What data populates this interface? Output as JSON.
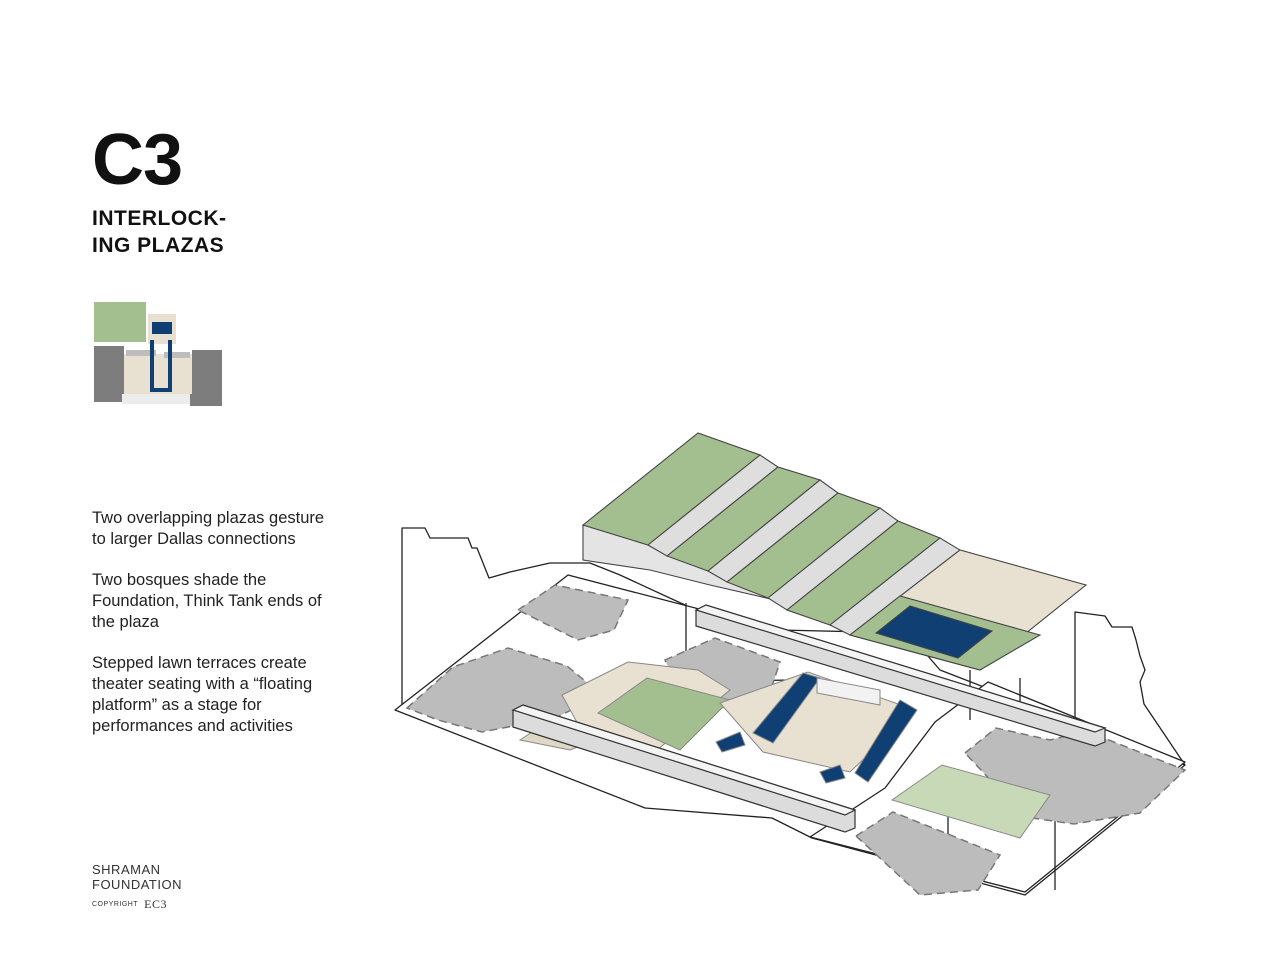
{
  "header": {
    "code": "C3",
    "title_lines": [
      "INTERLOCK-",
      "ING PLAZAS"
    ]
  },
  "description": {
    "paragraphs": [
      [
        "Two overlapping plazas gesture",
        "to larger Dallas connections"
      ],
      [
        "Two bosques shade the",
        "Foundation, Think Tank ends of",
        "the plaza"
      ],
      [
        "Stepped lawn terraces create",
        "theater seating with a “floating",
        "platform” as a stage for",
        "performances and activities"
      ]
    ]
  },
  "footer": {
    "line1": "SHRAMAN",
    "line2": "FOUNDATION",
    "copyright_label": "COPYRIGHT",
    "copyright_mark": "EC3"
  },
  "colors": {
    "lawn_green": "#a3bf90",
    "water_blue": "#0f3f73",
    "paving_beige": "#e8e0d0",
    "building_gray": "#bdbdbd",
    "dark_gray": "#7d7d7d"
  }
}
